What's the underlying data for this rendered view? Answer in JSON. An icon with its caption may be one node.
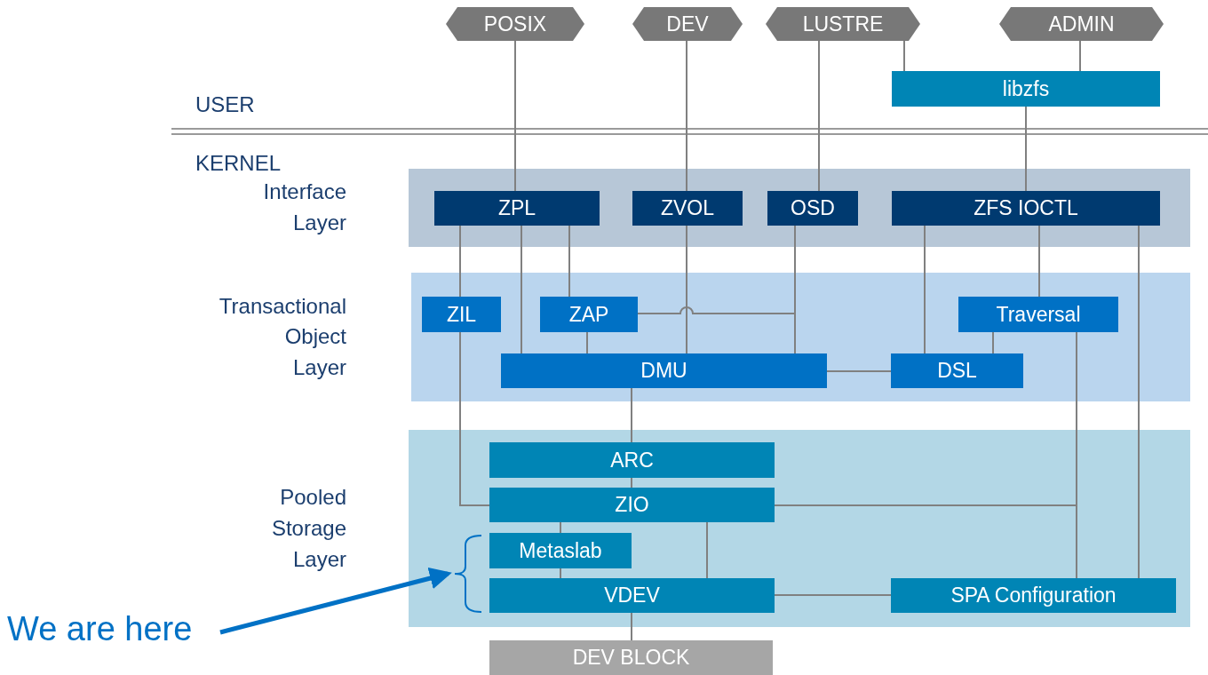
{
  "diagram": {
    "nodes": [
      {
        "text": [
          "POSIX"
        ]
      },
      {
        "text": [
          "DEV"
        ]
      },
      {
        "text": [
          "LUSTRE"
        ]
      },
      {
        "text": [
          "ADMIN"
        ]
      },
      {
        "text": [
          "libzfs"
        ]
      },
      {
        "text": [
          "Interface Layer"
        ]
      },
      {
        "text": [
          "ZPL"
        ],
        "in": 5
      },
      {
        "text": [
          "ZVOL"
        ],
        "in": 5
      },
      {
        "text": [
          "OSD"
        ],
        "in": 5
      },
      {
        "text": [
          "ZFS IOCTL"
        ],
        "in": 5
      },
      {
        "text": [
          "Transactional Object Layer"
        ]
      },
      {
        "text": [
          "ZIL"
        ],
        "in": 10
      },
      {
        "text": [
          "ZAP"
        ],
        "in": 10
      },
      {
        "text": [
          "Traversal"
        ],
        "in": 10
      },
      {
        "text": [
          "DMU"
        ],
        "in": 10
      },
      {
        "text": [
          "DSL"
        ],
        "in": 10
      },
      {
        "text": [
          "Pooled Storage Layer"
        ]
      },
      {
        "text": [
          "ARC"
        ],
        "in": 16
      },
      {
        "text": [
          "ZIO"
        ],
        "in": 16
      },
      {
        "text": [
          "Metaslab"
        ],
        "in": 16
      },
      {
        "text": [
          "VDEV"
        ],
        "in": 16
      },
      {
        "text": [
          "SPA Configuration"
        ],
        "in": 16
      },
      {
        "text": [
          "DEV BLOCK"
        ]
      },
      {
        "text": [
          "We are here"
        ]
      },
      {
        "text": [],
        "shape": "bracket",
        "in": 16
      }
    ],
    "edges": [
      {
        "from": 0,
        "to": 6,
        "arrow": "none"
      },
      {
        "from": 1,
        "to": 7,
        "arrow": "none"
      },
      {
        "from": 2,
        "to": 8,
        "arrow": "none"
      },
      {
        "from": 2,
        "to": 4,
        "arrow": "none"
      },
      {
        "from": 3,
        "to": 4,
        "arrow": "none"
      },
      {
        "from": 4,
        "to": 9,
        "arrow": "none"
      },
      {
        "from": 6,
        "to": 11,
        "arrow": "none"
      },
      {
        "from": 6,
        "to": 14,
        "arrow": "none"
      },
      {
        "from": 6,
        "to": 12,
        "arrow": "none"
      },
      {
        "from": 7,
        "to": 14,
        "arrow": "none"
      },
      {
        "from": 8,
        "to": 14,
        "arrow": "none"
      },
      {
        "from": 12,
        "to": 8,
        "arrow": "none"
      },
      {
        "from": 12,
        "to": 14,
        "arrow": "none"
      },
      {
        "from": 9,
        "to": 15,
        "arrow": "none"
      },
      {
        "from": 9,
        "to": 13,
        "arrow": "none"
      },
      {
        "from": 9,
        "to": 21,
        "arrow": "none"
      },
      {
        "from": 13,
        "to": 15,
        "arrow": "none"
      },
      {
        "from": 14,
        "to": 15,
        "arrow": "none"
      },
      {
        "from": 13,
        "to": 21,
        "arrow": "none"
      },
      {
        "from": 14,
        "to": 17,
        "arrow": "none"
      },
      {
        "from": 11,
        "to": 18,
        "arrow": "none"
      },
      {
        "from": 17,
        "to": 18,
        "arrow": "none"
      },
      {
        "from": 18,
        "to": 21,
        "arrow": "none"
      },
      {
        "from": 18,
        "to": 19,
        "arrow": "none"
      },
      {
        "from": 19,
        "to": 20,
        "arrow": "none"
      },
      {
        "from": 18,
        "to": 20,
        "arrow": "none"
      },
      {
        "from": 20,
        "to": 21,
        "arrow": "none"
      },
      {
        "from": 20,
        "to": 22,
        "arrow": "none"
      },
      {
        "from": 23,
        "to": 24,
        "arrow": "to",
        "style": "thick",
        "color": "#0071c5"
      }
    ],
    "labels": [
      "USER",
      "KERNEL"
    ]
  }
}
